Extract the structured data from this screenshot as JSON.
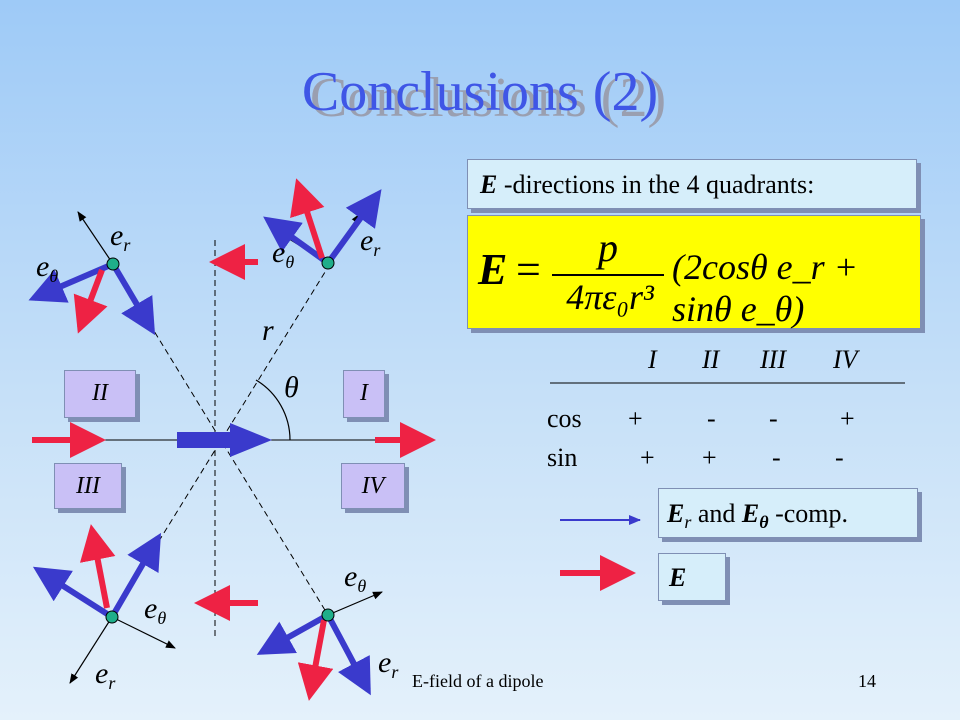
{
  "title": "Conclusions (2)",
  "directions_box": {
    "bold": "E",
    "text": " -directions in the 4 quadrants:"
  },
  "equation": {
    "lhs": "E",
    "numerator": "p",
    "denominator": "4πε₀r³",
    "bracket": "(2cosθ e_r + sinθ e_θ)"
  },
  "quadrant_labels": {
    "q1": "I",
    "q2": "II",
    "q3": "III",
    "q4": "IV"
  },
  "table": {
    "headers": [
      "I",
      "II",
      "III",
      "IV"
    ],
    "rows": [
      {
        "label": "cos",
        "values": [
          "+",
          "-",
          "-",
          "+"
        ]
      },
      {
        "label": "sin",
        "values": [
          "+",
          "+",
          "-",
          "-"
        ]
      }
    ]
  },
  "legend": {
    "components": {
      "er_sub": "r",
      "and": " and ",
      "etheta_sub": "θ",
      "suffix": " -comp."
    },
    "field": "E"
  },
  "diagram_labels": {
    "r": "r",
    "theta": "θ",
    "e": "e",
    "sub_r": "r",
    "sub_theta": "θ"
  },
  "colors": {
    "component_arrow": "#3a3acc",
    "field_arrow": "#ee2244",
    "title": "#3f56e6"
  },
  "footer": {
    "left": "E-field of a dipole",
    "page": "14"
  }
}
